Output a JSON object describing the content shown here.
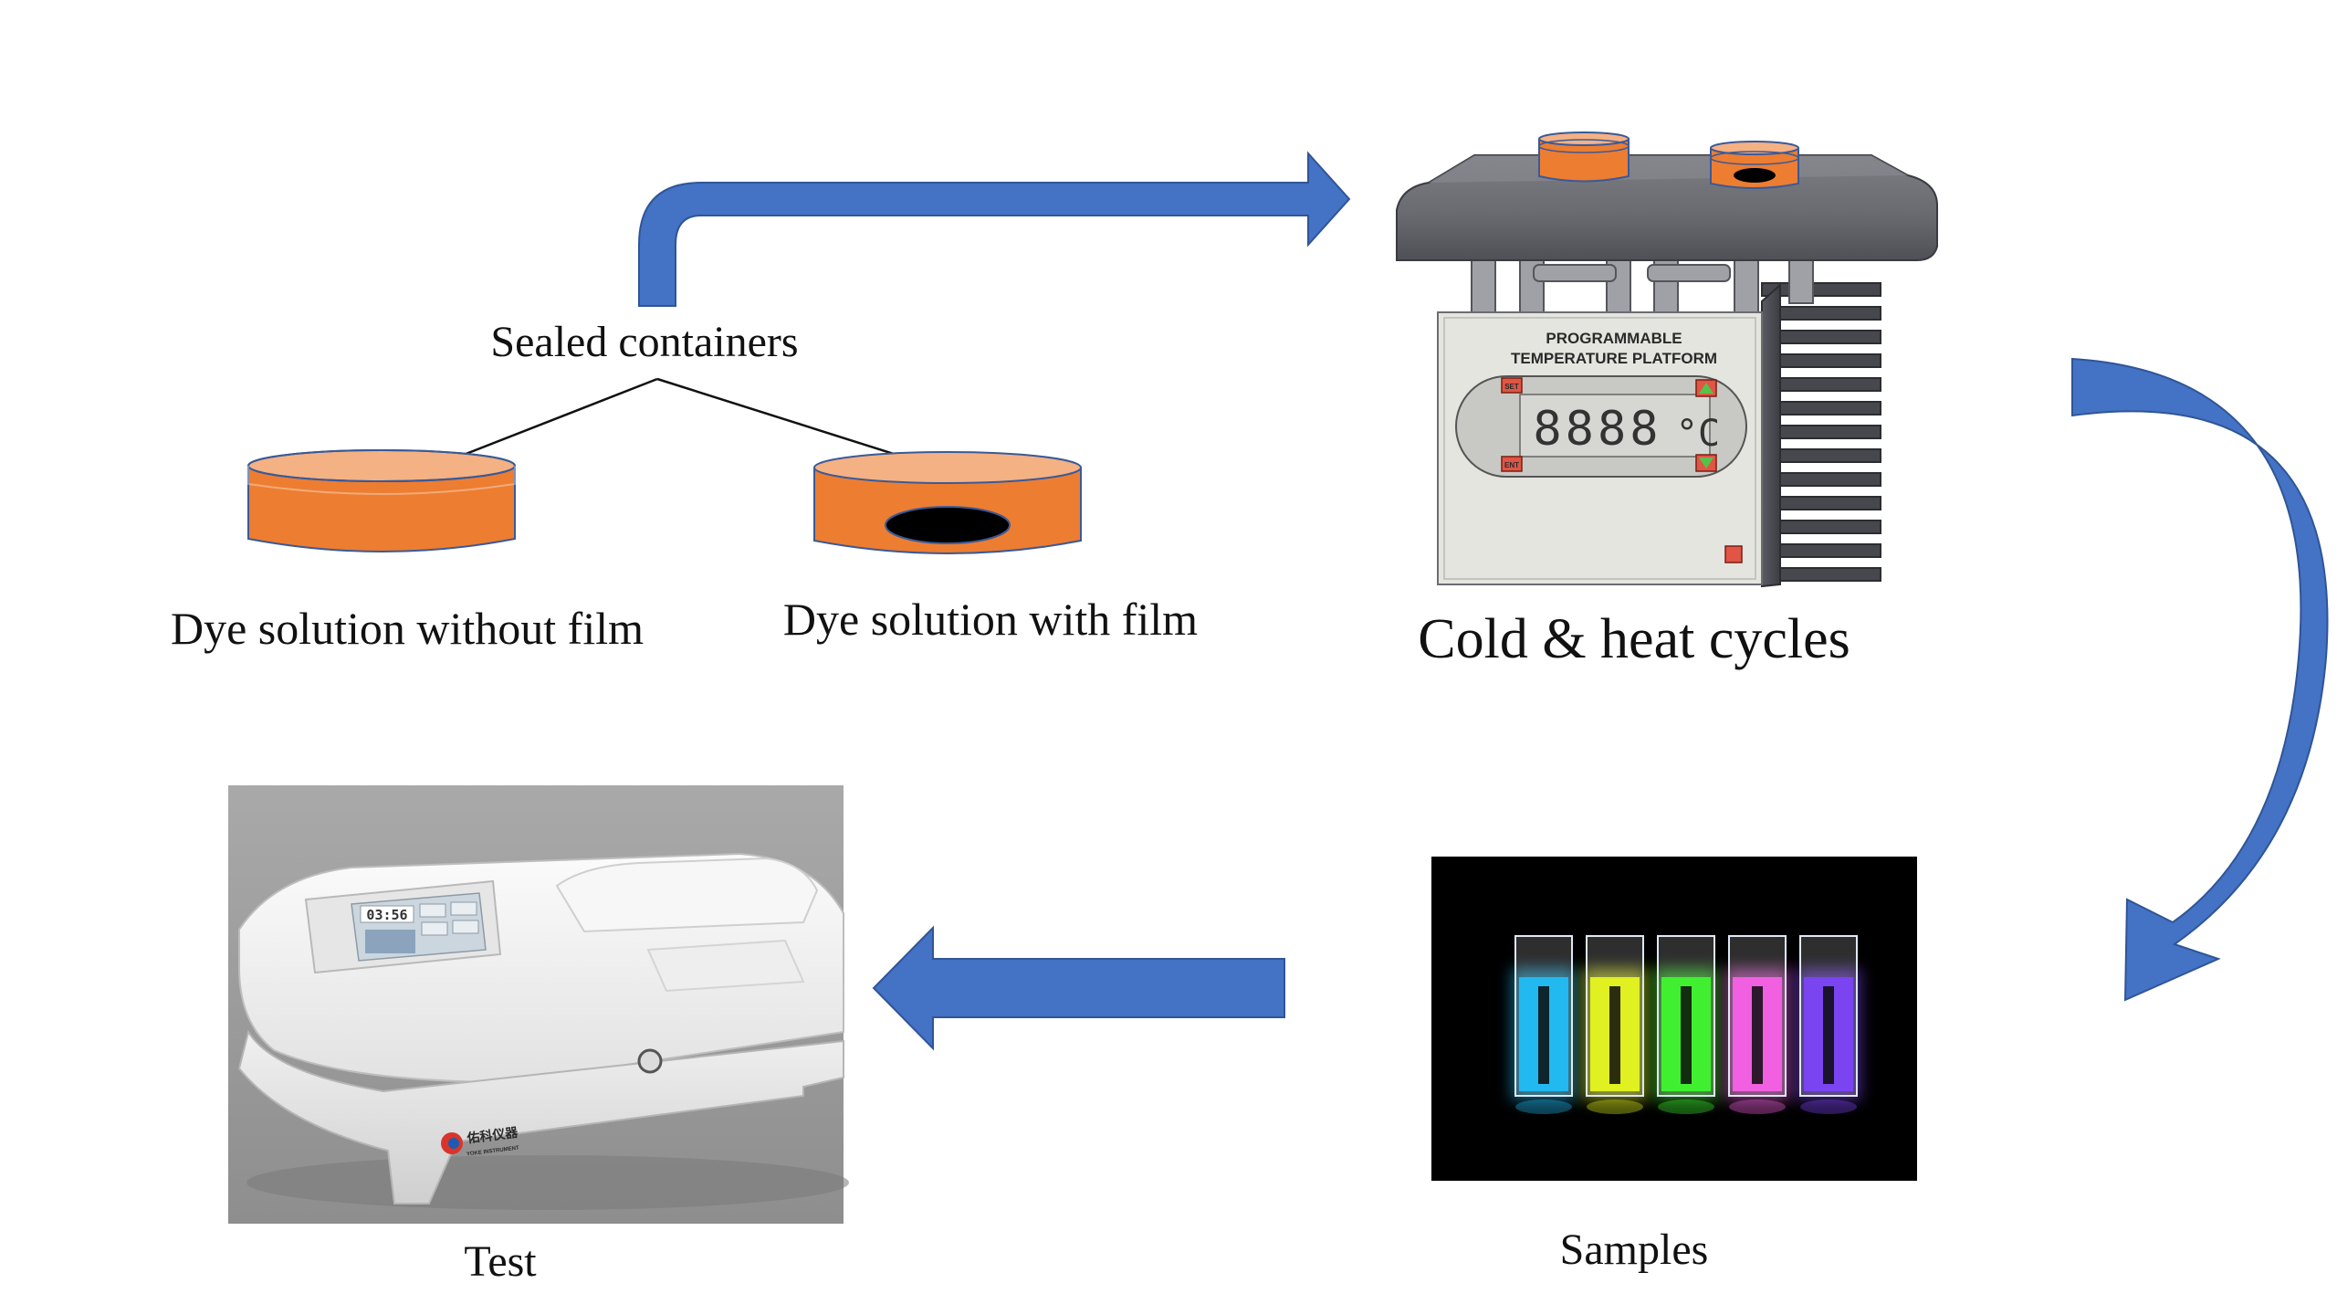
{
  "labels": {
    "sealed_containers": "Sealed containers",
    "dye_without_film": "Dye solution without film",
    "dye_with_film": "Dye solution with film",
    "cold_heat_cycles": "Cold & heat cycles",
    "samples": "Samples",
    "test": "Test"
  },
  "device": {
    "title_line1": "PROGRAMMABLE",
    "title_line2": "TEMPERATURE PLATFORM",
    "display": "8888",
    "unit": "°C",
    "set_label": "SET",
    "ent_label": "ENT"
  },
  "spectrometer": {
    "screen_time": "03:56",
    "brand": "佑科仪器",
    "brand_sub": "YOKE INSTRUMENT"
  },
  "colors": {
    "arrow": "#4472C4",
    "dye": "#ED7D31",
    "dye_light": "#F4B183",
    "film": "#000000"
  },
  "cuvette_colors": [
    "#22B8F0",
    "#E0F020",
    "#40F030",
    "#F060E0",
    "#7A44F0"
  ]
}
